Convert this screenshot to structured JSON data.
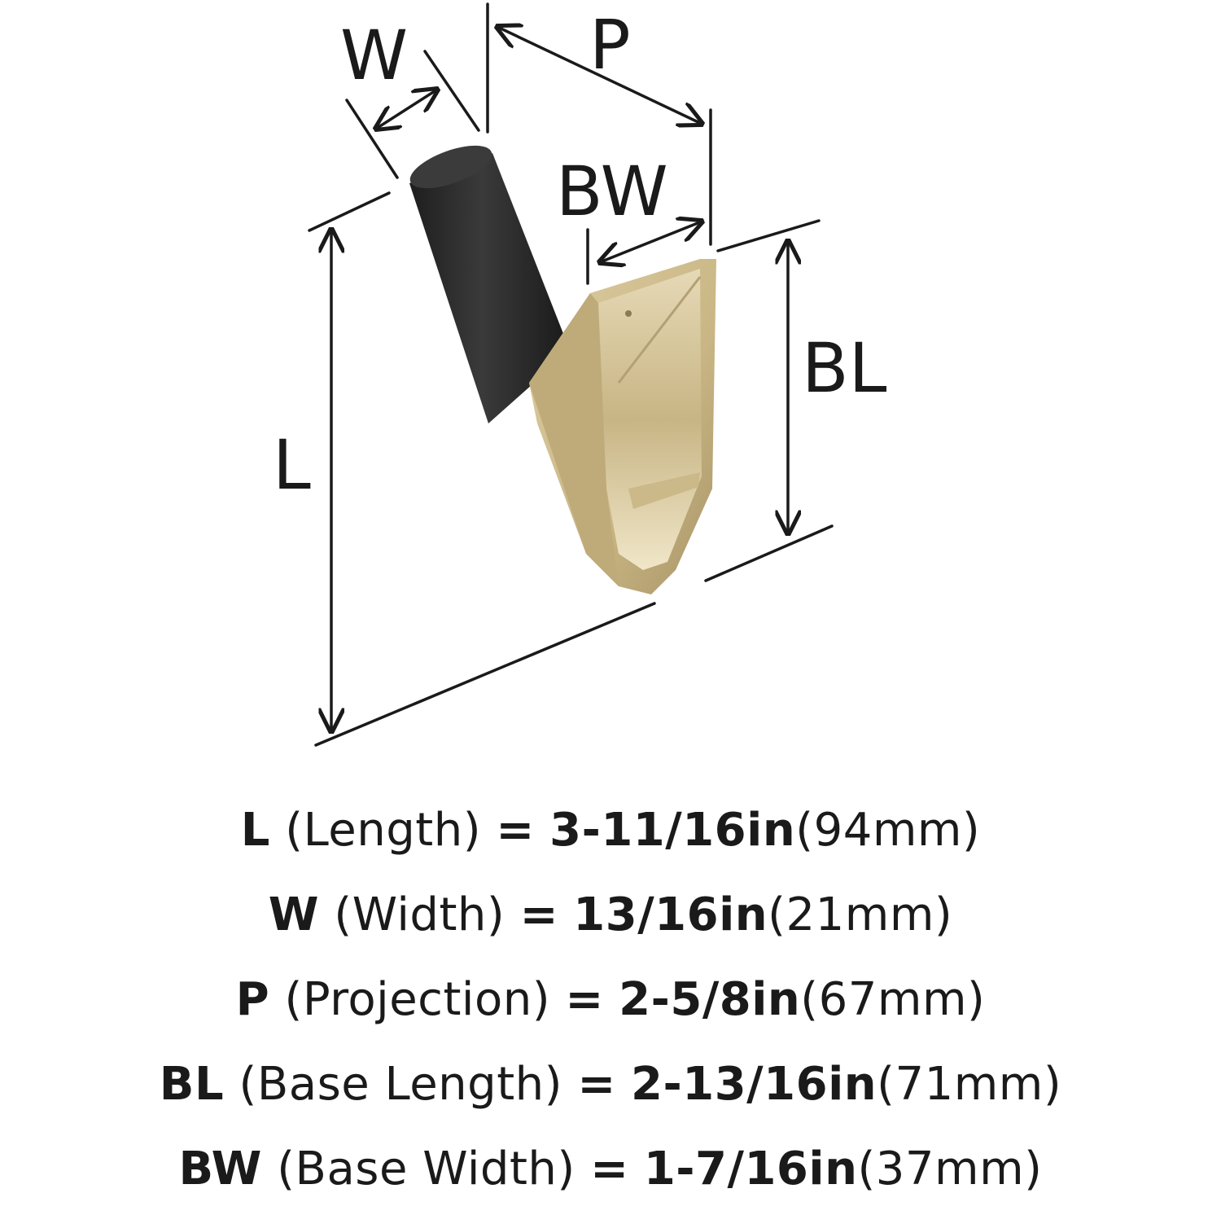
{
  "labels": {
    "w": "W",
    "p": "P",
    "bw": "BW",
    "bl": "BL",
    "l": "L"
  },
  "colors": {
    "line": "#1a1a1a",
    "post": "#2c2c2c",
    "base": "#cdbb8f",
    "base_dark": "#9c8a60",
    "base_light": "#e7dab7"
  },
  "specs": [
    {
      "abbr": "L",
      "name": "(Length)",
      "eq": "=",
      "imperial": "3-11/16in",
      "metric": "(94mm)"
    },
    {
      "abbr": "W",
      "name": "(Width)",
      "eq": "=",
      "imperial": "13/16in",
      "metric": "(21mm)"
    },
    {
      "abbr": "P",
      "name": "(Projection)",
      "eq": "=",
      "imperial": "2-5/8in",
      "metric": "(67mm)"
    },
    {
      "abbr": "BL",
      "name": "(Base Length)",
      "eq": "=",
      "imperial": "2-13/16in",
      "metric": "(71mm)"
    },
    {
      "abbr": "BW",
      "name": "(Base Width)",
      "eq": "=",
      "imperial": "1-7/16in",
      "metric": "(37mm)"
    }
  ]
}
